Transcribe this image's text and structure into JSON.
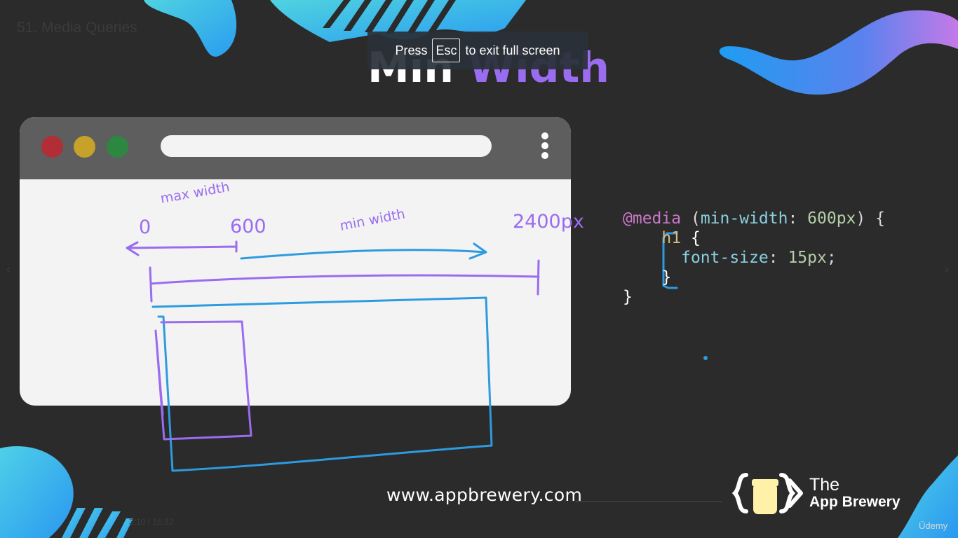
{
  "player": {
    "lecture_title": "51. Media Queries",
    "fullscreen_notice": {
      "prefix": "Press",
      "key": "Esc",
      "suffix": "to exit full screen"
    },
    "time_readout": "3:10 / 15:32",
    "udemy_label": "Üdemy",
    "prev_arrow": "‹",
    "next_arrow": "›"
  },
  "slide": {
    "heading_part1": "Min",
    "heading_part2": "Width",
    "website": "www.appbrewery.com",
    "brand": {
      "line1": "The",
      "line2": "App Brewery"
    },
    "annotations": {
      "max_width": "max width",
      "min_width": "min width",
      "zero": "0",
      "six_hundred": "600",
      "end": "2400px"
    },
    "code": {
      "at_rule": "@media",
      "open_paren": "(",
      "feature": "min-width",
      "colon": ":",
      "feature_value": "600px",
      "close": ") {",
      "selector": "h1",
      "brace_open": "{",
      "property": "font-size",
      "prop_colon": ":",
      "value": "15px",
      "semicolon": ";",
      "brace_inner_close": "}",
      "brace_outer_close": "}"
    }
  },
  "colors": {
    "background": "#2b2b2b",
    "accent_purple": "#9a6cf0",
    "accent_blue": "#2d9be0",
    "browser_chrome": "#5e5e5e",
    "traffic_red": "#b22e36",
    "traffic_yellow": "#c6a22a",
    "traffic_green": "#2c8741"
  }
}
